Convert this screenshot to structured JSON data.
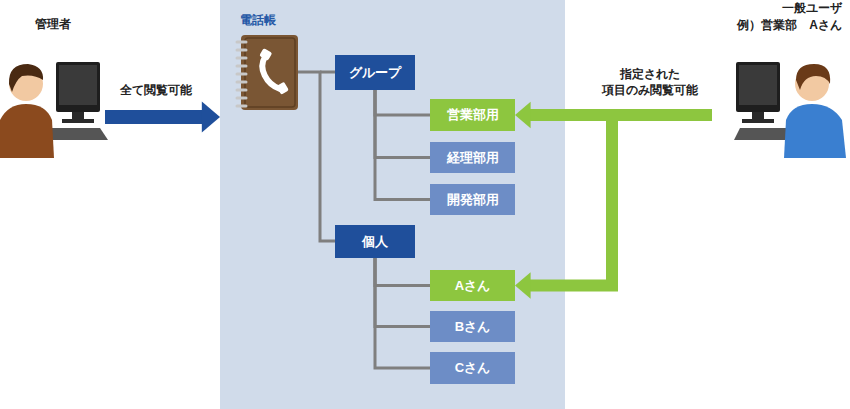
{
  "diagram": {
    "nodes": [
      {
        "text": [
          "管理者"
        ]
      },
      {
        "text": [
          "電話帳"
        ]
      },
      {
        "text": [
          "グループ"
        ],
        "in": 1
      },
      {
        "text": [
          "営業部用"
        ],
        "in": 1
      },
      {
        "text": [
          "経理部用"
        ],
        "in": 1
      },
      {
        "text": [
          "開発部用"
        ],
        "in": 1
      },
      {
        "text": [
          "個人"
        ],
        "in": 1
      },
      {
        "text": [
          "Aさん"
        ],
        "in": 1
      },
      {
        "text": [
          "Bさん"
        ],
        "in": 1
      },
      {
        "text": [
          "Cさん"
        ],
        "in": 1
      },
      {
        "text": [
          "一般ユーザ",
          "例）営業部　Aさん"
        ]
      }
    ],
    "edges": [
      {
        "from": 0,
        "to": 1,
        "arrow": "to",
        "label": "全て閲覧可能"
      },
      {
        "from": 2,
        "to": 3,
        "arrow": "none"
      },
      {
        "from": 2,
        "to": 4,
        "arrow": "none"
      },
      {
        "from": 2,
        "to": 5,
        "arrow": "none"
      },
      {
        "from": 6,
        "to": 7,
        "arrow": "none"
      },
      {
        "from": 6,
        "to": 8,
        "arrow": "none"
      },
      {
        "from": 6,
        "to": 9,
        "arrow": "none"
      },
      {
        "from": 10,
        "to": 3,
        "arrow": "to",
        "label": "指定された 項目のみ閲覧可能"
      },
      {
        "from": 10,
        "to": 7,
        "arrow": "to"
      }
    ]
  }
}
